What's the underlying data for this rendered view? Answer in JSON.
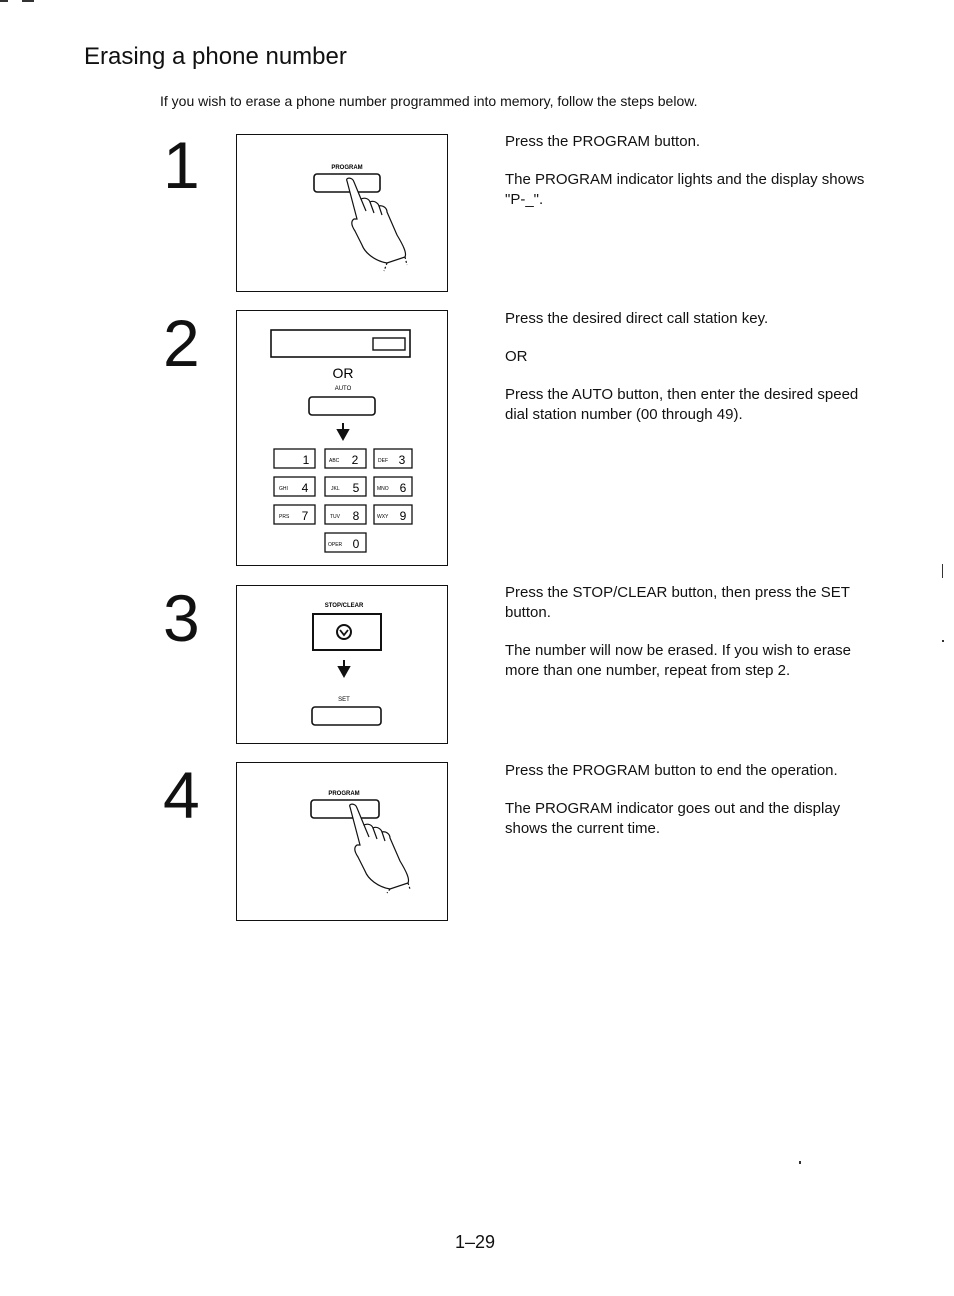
{
  "header": {
    "title": "Erasing a phone number",
    "intro": "If you wish to erase a phone number programmed into memory, follow the steps below."
  },
  "steps": [
    {
      "number": "1",
      "panel": {
        "button_label": "PROGRAM"
      },
      "paragraphs": [
        "Press the PROGRAM button.",
        "The PROGRAM indicator lights and the display shows \"P-_\"."
      ]
    },
    {
      "number": "2",
      "panel": {
        "or_label": "OR",
        "auto_label": "AUTO",
        "keys": [
          {
            "letters": "",
            "digit": "1"
          },
          {
            "letters": "ABC",
            "digit": "2"
          },
          {
            "letters": "DEF",
            "digit": "3"
          },
          {
            "letters": "GHI",
            "digit": "4"
          },
          {
            "letters": "JKL",
            "digit": "5"
          },
          {
            "letters": "MNO",
            "digit": "6"
          },
          {
            "letters": "PRS",
            "digit": "7"
          },
          {
            "letters": "TUV",
            "digit": "8"
          },
          {
            "letters": "WXY",
            "digit": "9"
          },
          {
            "letters": "OPER",
            "digit": "0"
          }
        ]
      },
      "paragraphs": [
        "Press the desired direct call station key.",
        "OR",
        "Press the AUTO button, then enter the desired speed dial station number (00 through 49)."
      ]
    },
    {
      "number": "3",
      "panel": {
        "stop_label": "STOP/CLEAR",
        "set_label": "SET"
      },
      "paragraphs": [
        "Press the STOP/CLEAR button, then press the SET button.",
        "The number will now be erased. If you wish to erase more than one number, repeat from step 2."
      ]
    },
    {
      "number": "4",
      "panel": {
        "button_label": "PROGRAM"
      },
      "paragraphs": [
        "Press the PROGRAM button to end the operation.",
        "The PROGRAM indicator goes out and the display shows the current time."
      ]
    }
  ],
  "footer": {
    "page_number": "1–29"
  }
}
